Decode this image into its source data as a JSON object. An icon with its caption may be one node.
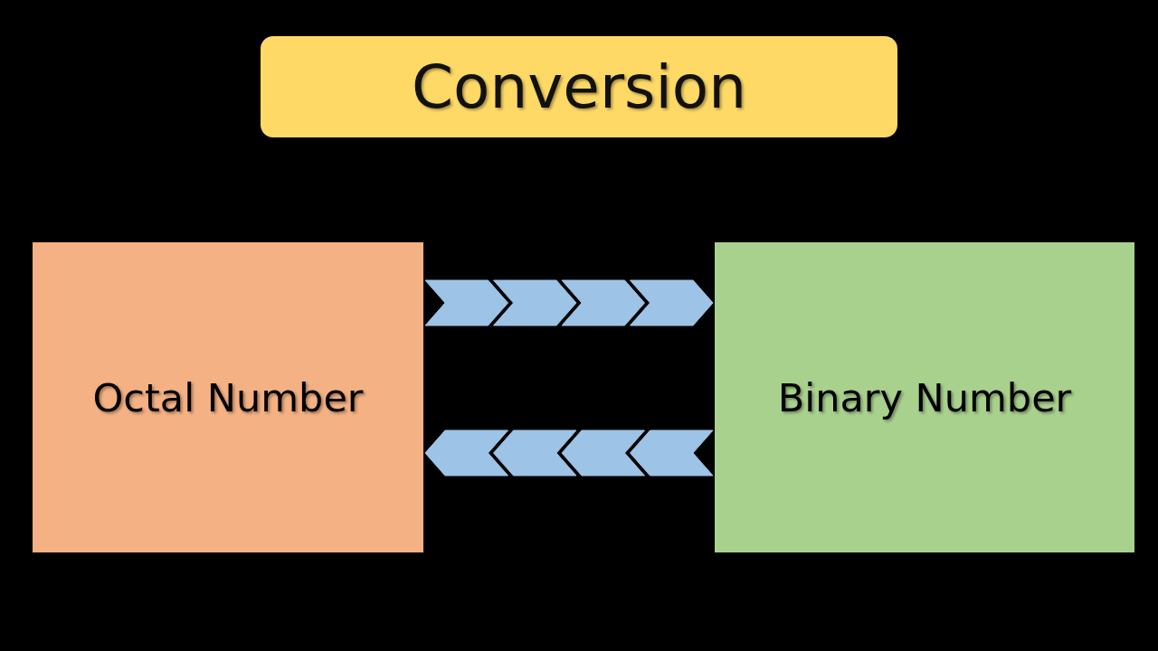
{
  "diagram": {
    "title": "Conversion",
    "nodes": [
      {
        "text": [
          "Octal Number"
        ]
      },
      {
        "text": [
          "Binary Number"
        ]
      }
    ],
    "edges": [
      {
        "from": 0,
        "to": 1,
        "arrow": "to"
      },
      {
        "from": 1,
        "to": 0,
        "arrow": "to"
      }
    ]
  }
}
